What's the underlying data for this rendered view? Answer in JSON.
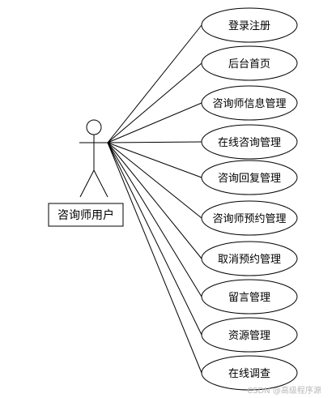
{
  "actor": {
    "label": "咨询师用户"
  },
  "use_cases": [
    {
      "label": "登录注册"
    },
    {
      "label": "后台首页"
    },
    {
      "label": "咨询师信息管理"
    },
    {
      "label": "在线咨询管理"
    },
    {
      "label": "咨询回复管理"
    },
    {
      "label": "咨询师预约管理"
    },
    {
      "label": "取消预约管理"
    },
    {
      "label": "留言管理"
    },
    {
      "label": "资源管理"
    },
    {
      "label": "在线调查"
    }
  ],
  "watermark": {
    "text": "CSDN @高级程序源"
  }
}
